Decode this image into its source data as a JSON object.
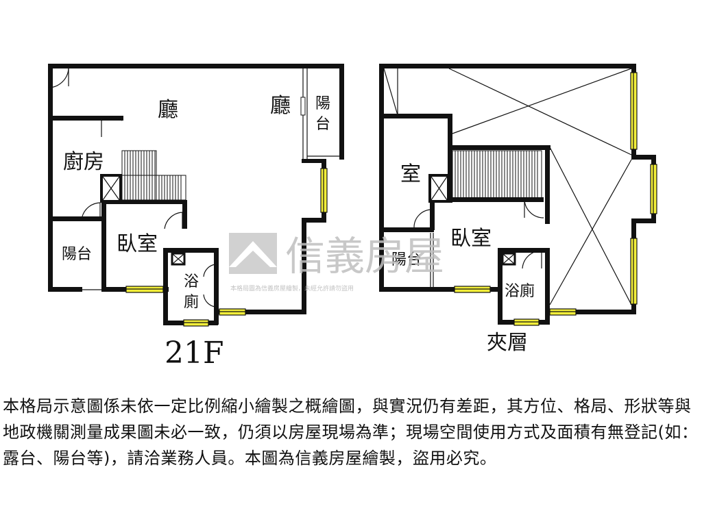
{
  "floor_21f": {
    "rooms": {
      "living_1": "廳",
      "living_2": "廳",
      "balcony_top": "陽台",
      "kitchen": "廚房",
      "balcony_left": "陽台",
      "bedroom": "臥室",
      "bath": "浴廁"
    },
    "floor_label": "21F"
  },
  "mezzanine": {
    "rooms": {
      "room": "室",
      "bedroom": "臥室",
      "balcony": "陽台",
      "bath": "浴廁"
    },
    "floor_label": "夾層"
  },
  "watermark": {
    "brand": "信義房屋",
    "notice": "本格局圖為信義房屋繪製，未經允許請勿盜用"
  },
  "disclaimer": "本格局示意圖係未依一定比例縮小繪製之概繪圖，與實況仍有差距，其方位、格局、形狀等與地政機關測量成果圖未必一致，仍須以房屋現場為準；現場空間使用方式及面積有無登記(如：露台、陽台等)，請洽業務人員。本圖為信義房屋繪製，盜用必究。",
  "colors": {
    "wall": "#111111",
    "window": "#f2ee3a",
    "watermark": "#bfbfbf"
  }
}
